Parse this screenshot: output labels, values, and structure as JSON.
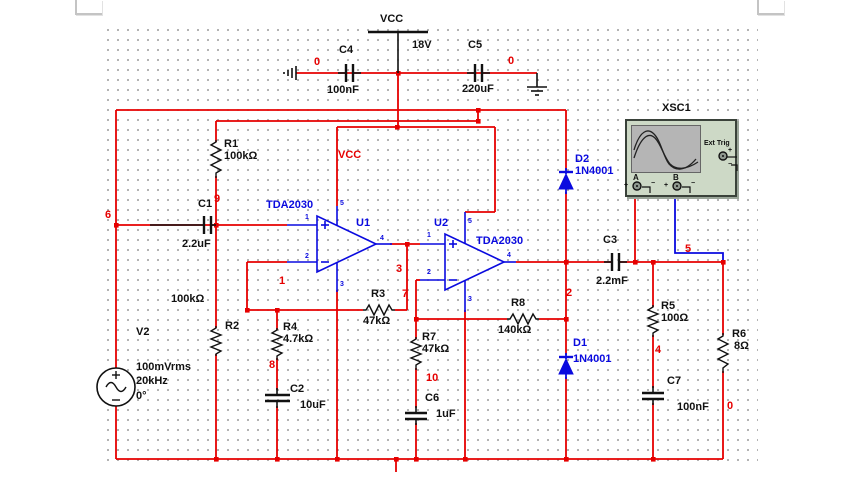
{
  "colors": {
    "wire_red": "#e60000",
    "component_blue": "#0a0adf",
    "label_black": "#111111",
    "scope_body": "#cdd9c6",
    "scope_screen": "#b5b5b5",
    "grid_dot": "#9a9a9a"
  },
  "power": {
    "label": "VCC",
    "voltage": "18V",
    "rail_label": "VCC"
  },
  "components": {
    "C1": {
      "ref": "C1",
      "value": "2.2uF"
    },
    "C2": {
      "ref": "C2",
      "value": "10uF"
    },
    "C3": {
      "ref": "C3",
      "value": "2.2mF"
    },
    "C4": {
      "ref": "C4",
      "value": "100nF"
    },
    "C5": {
      "ref": "C5",
      "value": "220uF"
    },
    "C6": {
      "ref": "C6",
      "value": "1uF"
    },
    "C7": {
      "ref": "C7",
      "value": "100nF"
    },
    "R1": {
      "ref": "R1",
      "value": "100kΩ"
    },
    "R2": {
      "ref": "R2",
      "value": "100kΩ"
    },
    "R3": {
      "ref": "R3",
      "value": "47kΩ"
    },
    "R4": {
      "ref": "R4",
      "value": "4.7kΩ"
    },
    "R5": {
      "ref": "R5",
      "value": "100Ω"
    },
    "R6": {
      "ref": "R6",
      "value": "8Ω"
    },
    "R7": {
      "ref": "R7",
      "value": "47kΩ"
    },
    "R8": {
      "ref": "R8",
      "value": "140kΩ"
    },
    "D1": {
      "ref": "D1",
      "value": "1N4001"
    },
    "D2": {
      "ref": "D2",
      "value": "1N4001"
    },
    "V2": {
      "ref": "V2",
      "lines": [
        "100mVrms",
        "20kHz",
        "0°"
      ]
    }
  },
  "opamps": {
    "U1": {
      "ref": "U1",
      "part": "TDA2030",
      "pins": {
        "p1": "1",
        "p2": "2",
        "p3": "3",
        "p4": "4",
        "p5": "5"
      }
    },
    "U2": {
      "ref": "U2",
      "part": "TDA2030",
      "pins": {
        "p1": "1",
        "p2": "2",
        "p3": "3",
        "p4": "4",
        "p5": "5"
      }
    }
  },
  "nodes": {
    "gnd_c4": "0",
    "gnd_c5": "0",
    "input": "6",
    "bias": "9",
    "fb1": "1",
    "out1": "3",
    "fb2": "7",
    "c2_top": "8",
    "c6_top": "10",
    "out2": "2",
    "r5_bot": "4",
    "probe": "5",
    "out_gnd": "0"
  },
  "instrument": {
    "ref": "XSC1",
    "ext_trig": "Ext Trig",
    "ch_a": "A",
    "ch_b": "B",
    "plus": "+",
    "minus": "−"
  }
}
